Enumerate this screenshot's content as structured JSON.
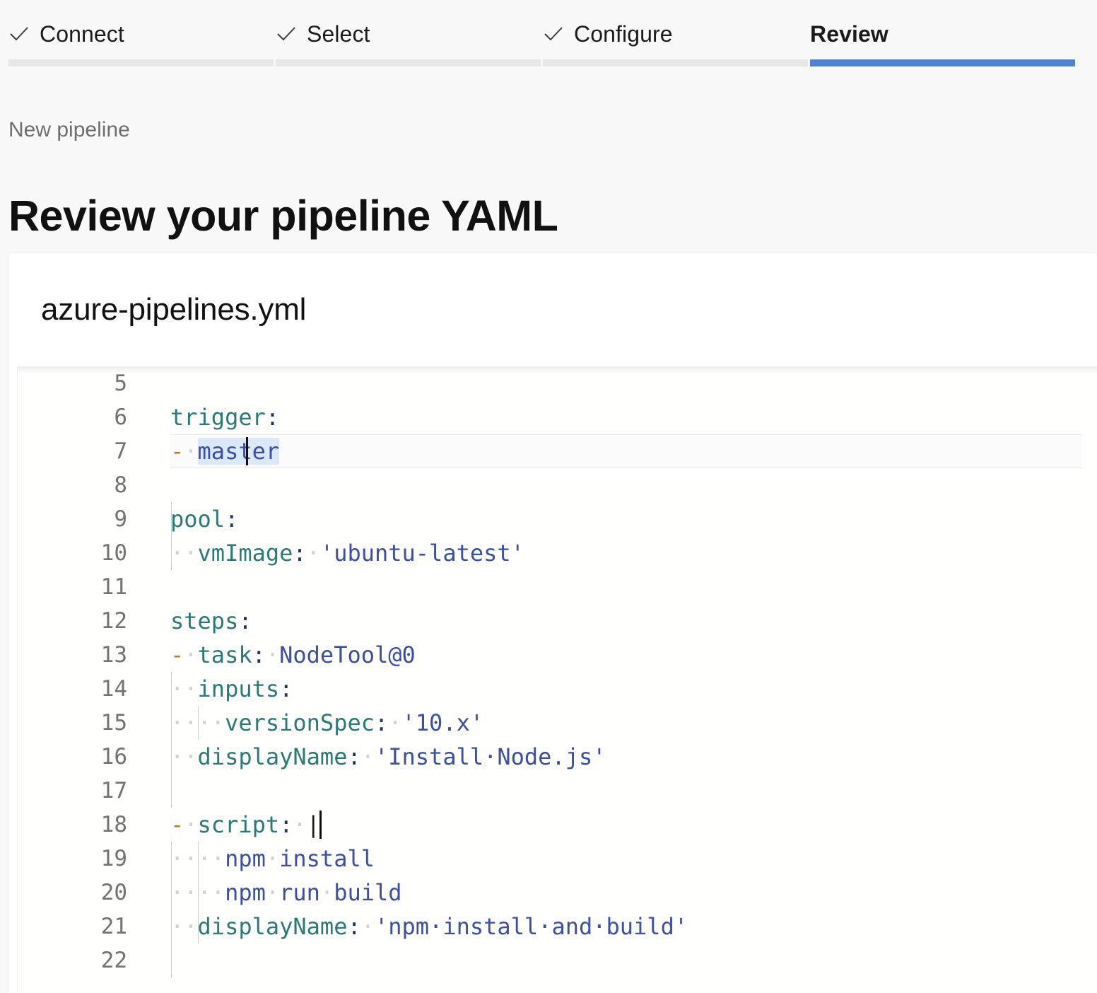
{
  "wizard": {
    "tabs": [
      {
        "label": "Connect",
        "icon": "check-icon",
        "completed": true,
        "current": false
      },
      {
        "label": "Select",
        "icon": "check-icon",
        "completed": true,
        "current": false
      },
      {
        "label": "Configure",
        "icon": "check-icon",
        "completed": true,
        "current": false
      },
      {
        "label": "Review",
        "icon": "",
        "completed": false,
        "current": true
      }
    ],
    "accent_color": "#4f83cf",
    "inactive_bar_color": "#e7e7e7"
  },
  "header": {
    "breadcrumb": "New pipeline",
    "title": "Review your pipeline YAML"
  },
  "file": {
    "name": "azure-pipelines.yml"
  },
  "editor": {
    "first_visible_line": 5,
    "last_visible_line": 22,
    "selection_text": "master",
    "selection_color": "#dbe7fb",
    "current_line": 7,
    "lines": [
      {
        "n": "5",
        "text": ""
      },
      {
        "n": "6",
        "text": "trigger:"
      },
      {
        "n": "7",
        "text": "- master"
      },
      {
        "n": "8",
        "text": ""
      },
      {
        "n": "9",
        "text": "pool:"
      },
      {
        "n": "10",
        "text": "  vmImage: 'ubuntu-latest'"
      },
      {
        "n": "11",
        "text": ""
      },
      {
        "n": "12",
        "text": "steps:"
      },
      {
        "n": "13",
        "text": "- task: NodeTool@0"
      },
      {
        "n": "14",
        "text": "  inputs:"
      },
      {
        "n": "15",
        "text": "    versionSpec: '10.x'"
      },
      {
        "n": "16",
        "text": "  displayName: 'Install Node.js'"
      },
      {
        "n": "17",
        "text": ""
      },
      {
        "n": "18",
        "text": "- script: |"
      },
      {
        "n": "19",
        "text": "    npm install"
      },
      {
        "n": "20",
        "text": "    npm run build"
      },
      {
        "n": "21",
        "text": "  displayName: 'npm install and build'"
      },
      {
        "n": "22",
        "text": ""
      }
    ]
  }
}
